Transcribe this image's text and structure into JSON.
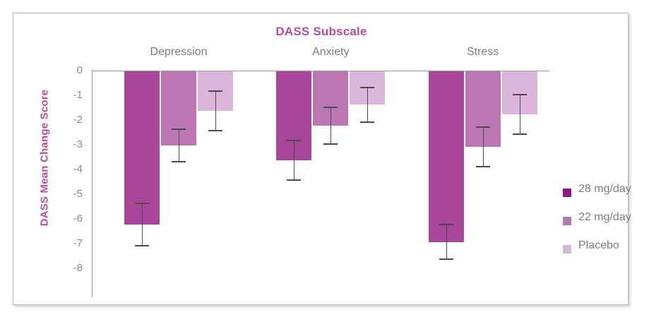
{
  "chart_data": {
    "type": "bar",
    "title": "DASS Subscale",
    "xlabel": "DASS Subscale",
    "ylabel": "DASS Mean Change Score",
    "categories": [
      "Depression",
      "Anxiety",
      "Stress"
    ],
    "series": [
      {
        "name": "28 mg/day",
        "color": "#a8469b",
        "values": [
          -6.2,
          -3.6,
          -6.9
        ],
        "errors": [
          0.85,
          0.8,
          0.7
        ]
      },
      {
        "name": "22 mg/day",
        "color": "#bc76b4",
        "values": [
          -3.0,
          -2.2,
          -3.05
        ],
        "errors": [
          0.65,
          0.75,
          0.8
        ]
      },
      {
        "name": "Placebo",
        "color": "#dcb5da",
        "values": [
          -1.6,
          -1.35,
          -1.75
        ],
        "errors": [
          0.8,
          0.7,
          0.8
        ]
      }
    ],
    "yticks": [
      "0",
      "-1",
      "-2",
      "-3",
      "-4",
      "-5",
      "-6",
      "-7",
      "-8"
    ],
    "ytick_values": [
      0,
      -1,
      -2,
      -3,
      -4,
      -5,
      -6,
      -7,
      -8
    ],
    "ylim": [
      -8,
      0
    ],
    "grid": false,
    "legend_position": "right",
    "error_bar_style": "capped",
    "colors": {
      "title": "#bc4a9b",
      "ylabel": "#bc4a9b",
      "tick_label": "#8a8a8a",
      "group_label": "#7d7d7d",
      "axis_line": "#9a9a9a",
      "error_bar": "#4b4b4b",
      "frame_border": "#b9b9b9",
      "background": "#ffffff"
    }
  },
  "legend": {
    "items": [
      {
        "label": "28 mg/day",
        "swatch": "#8e1a7d"
      },
      {
        "label": "22 mg/day",
        "swatch": "#b379ae"
      },
      {
        "label": "Placebo",
        "swatch": "#cfbcd3"
      }
    ]
  }
}
